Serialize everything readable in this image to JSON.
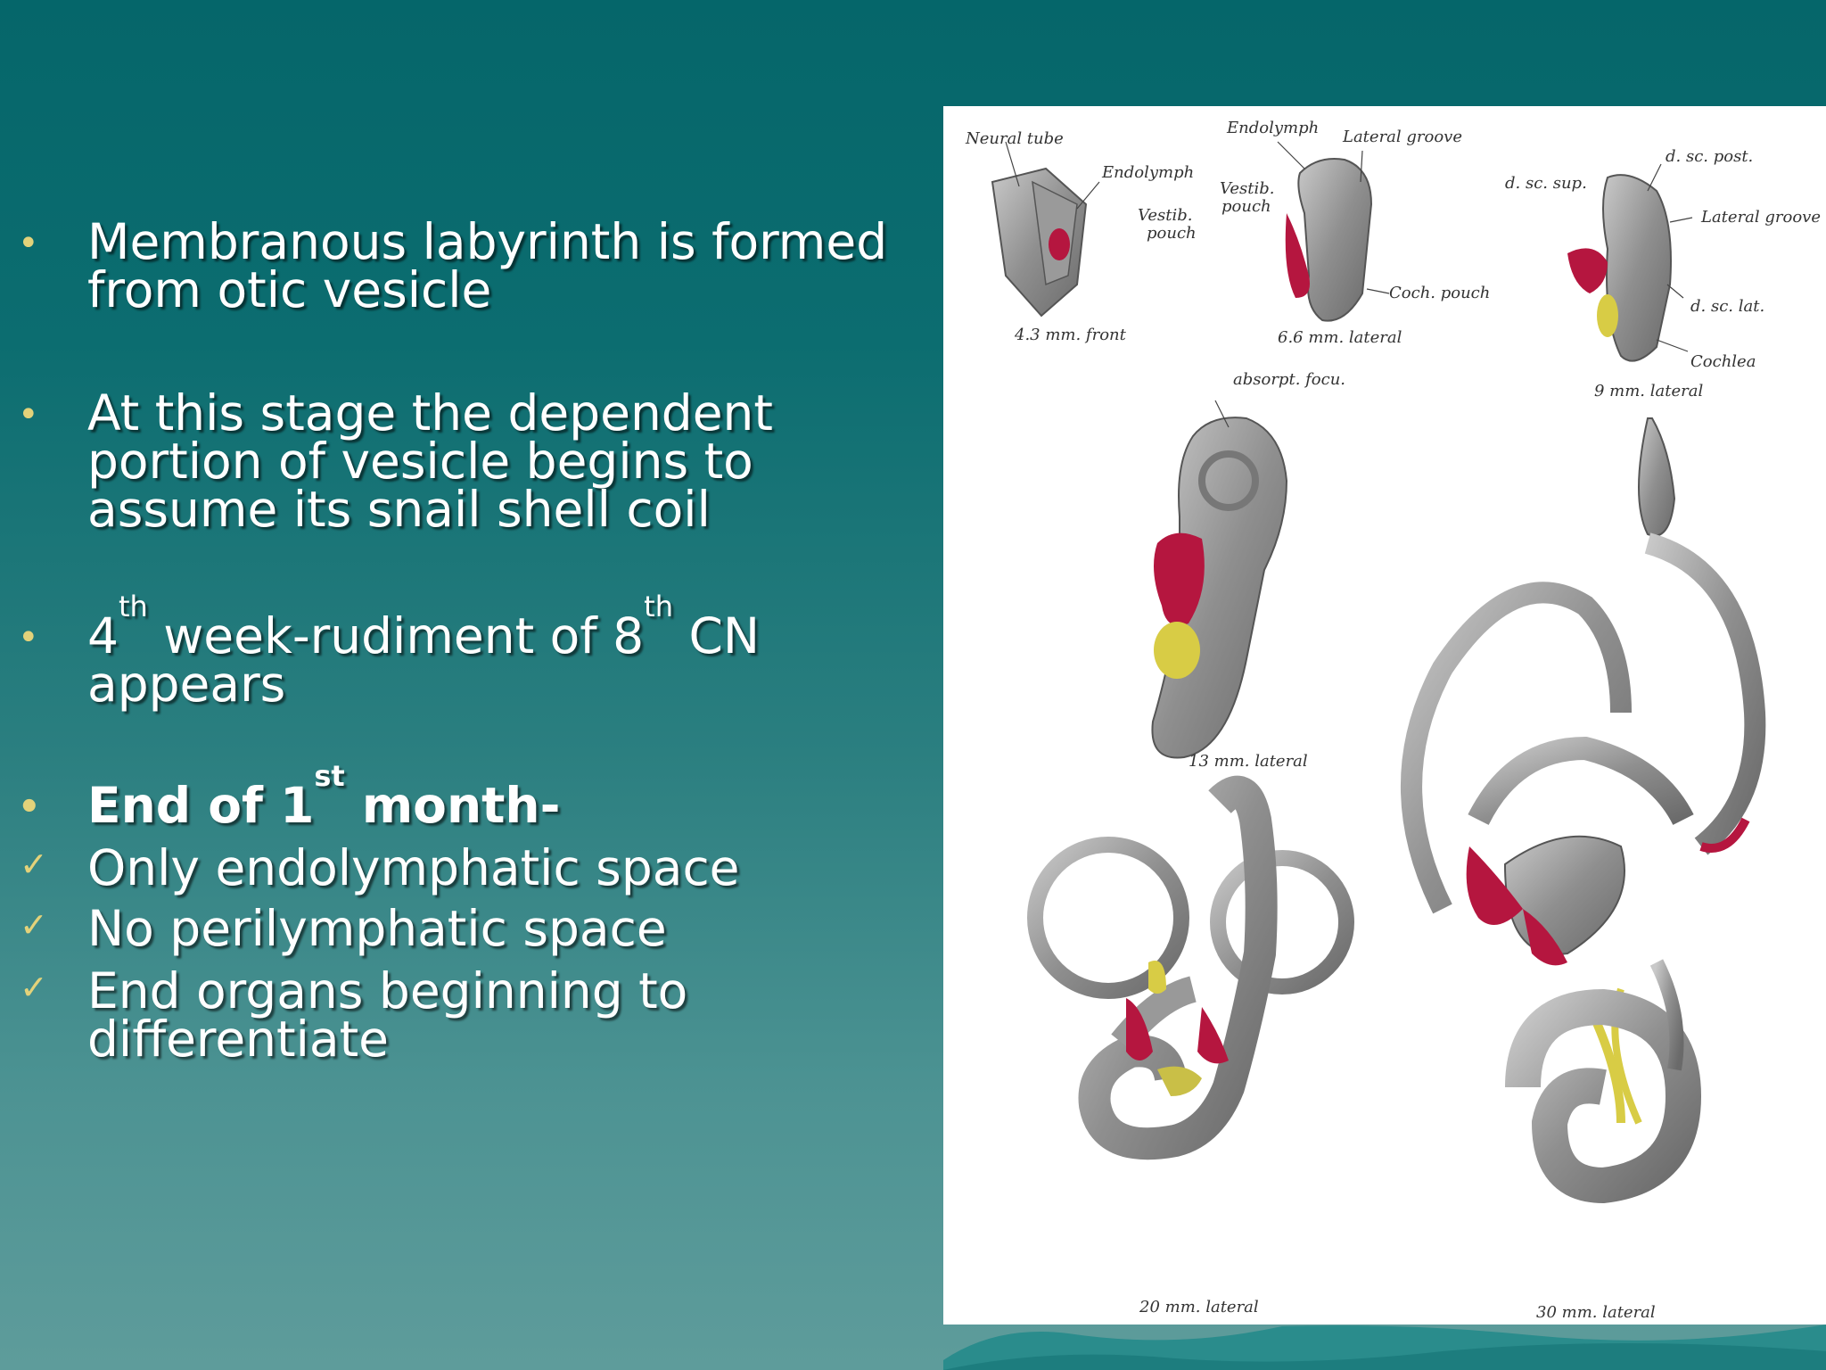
{
  "bullets": [
    {
      "marker": "•",
      "text": "Membranous labyrinth is formed from otic vesicle"
    },
    {
      "marker": "•",
      "text": "At this stage the dependent portion of vesicle begins to assume its snail shell coil"
    },
    {
      "marker": "•",
      "parts": {
        "n1": "4",
        "s1": "th",
        "mid": " week-rudiment of 8",
        "s2": "th",
        "end": " CN appears"
      }
    },
    {
      "marker": "•",
      "parts": {
        "a": "End of 1",
        "s": "st",
        "b": " month-"
      }
    },
    {
      "marker": "✓",
      "text": "Only endolymphatic space"
    },
    {
      "marker": "✓",
      "text": "No perilymphatic space"
    },
    {
      "marker": "✓",
      "text": "End organs beginning to differentiate"
    }
  ],
  "figure": {
    "labels": {
      "neural_tube": "Neural tube",
      "endolymph_a": "Endolymph",
      "vestib_a": "Vestib.",
      "pouch_a": "pouch",
      "stage_a": "4.3 mm. front",
      "endolymph_b": "Endolymph",
      "lateral_groove_b": "Lateral groove",
      "vestib_b": "Vestib.",
      "pouch_b": "pouch",
      "coch_pouch": "Coch. pouch",
      "stage_b": "6.6 mm. lateral",
      "d_sc_post": "d. sc. post.",
      "d_sc_sup": "d. sc. sup.",
      "lateral_groove_c": "Lateral groove",
      "d_sc_lat": "d. sc. lat.",
      "cochlea": "Cochlea",
      "stage_c": "9 mm. lateral",
      "absorpt_focu": "absorpt. focu.",
      "stage_d": "13 mm. lateral",
      "stage_e": "20 mm. lateral",
      "stage_f": "30 mm. lateral"
    }
  }
}
